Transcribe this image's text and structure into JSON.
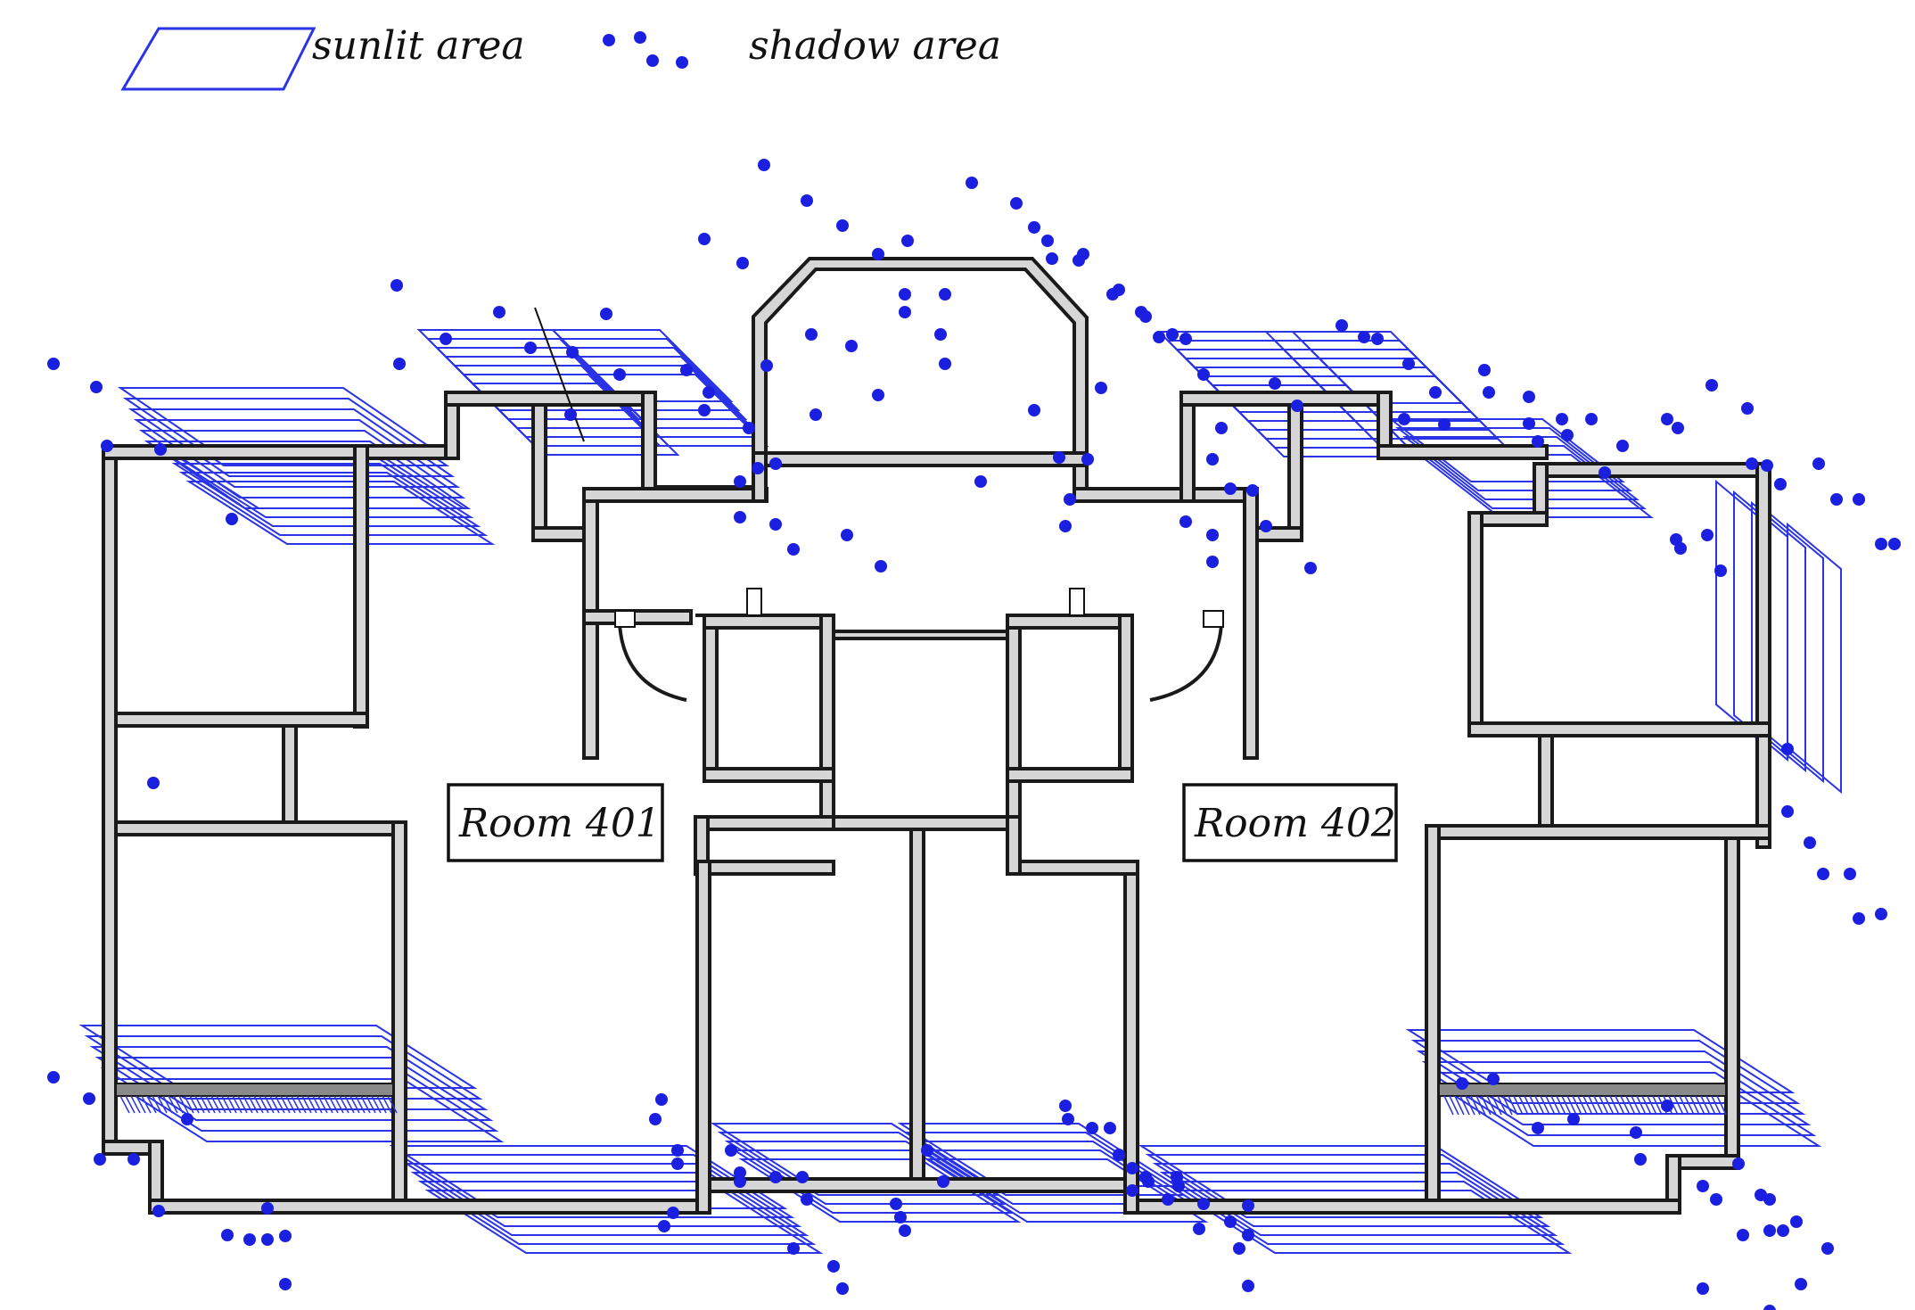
{
  "legend": {
    "sunlit_label": "sunlit area",
    "shadow_label": "shadow area"
  },
  "rooms": {
    "room_401": "Room 401",
    "room_402": "Room 402"
  },
  "colors": {
    "sunlit": "#2a33e6",
    "shadow": "#1a1fe0",
    "wall_fill": "#d6d6d6",
    "wall_stroke": "#1a1a1a"
  }
}
